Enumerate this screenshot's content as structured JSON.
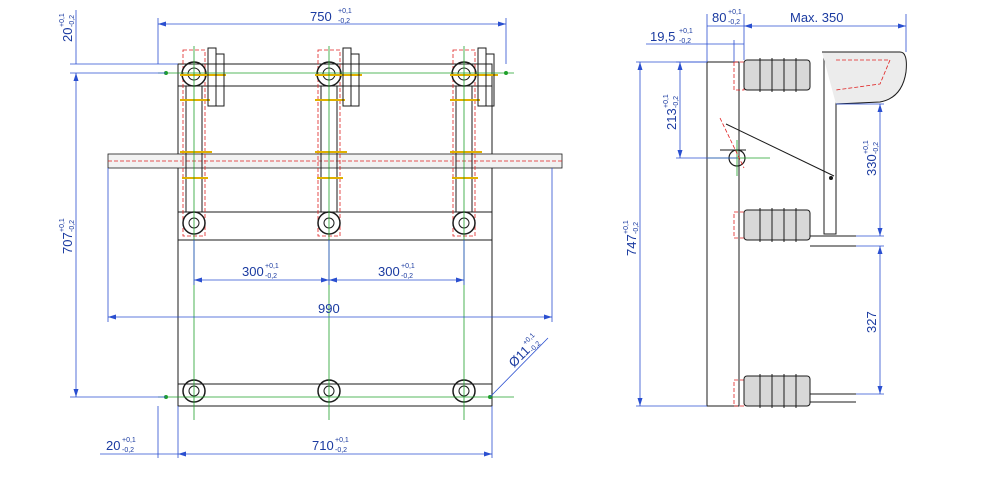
{
  "front_view": {
    "dim_top_width": {
      "value": "750",
      "tol_up": "+0,1",
      "tol_down": "-0,2"
    },
    "dim_top_offset": {
      "value": "20",
      "tol_up": "+0,1",
      "tol_down": "-0,2"
    },
    "dim_height": {
      "value": "707",
      "tol_up": "+0,1",
      "tol_down": "-0,2"
    },
    "dim_pitch_left": {
      "value": "300",
      "tol_up": "+0,1",
      "tol_down": "-0,2"
    },
    "dim_pitch_right": {
      "value": "300",
      "tol_up": "+0,1",
      "tol_down": "-0,2"
    },
    "dim_shaft": {
      "value": "990"
    },
    "dim_hole": {
      "value": "Ø11",
      "tol_up": "+0,1",
      "tol_down": "-0,2"
    },
    "dim_bottom_offset": {
      "value": "20",
      "tol_up": "+0,1",
      "tol_down": "-0,2"
    },
    "dim_bottom_width": {
      "value": "710",
      "tol_up": "+0,1",
      "tol_down": "-0,2"
    }
  },
  "side_view": {
    "dim_19_5": {
      "value": "19,5",
      "tol_up": "+0,1",
      "tol_down": "-0,2"
    },
    "dim_80": {
      "value": "80",
      "tol_up": "+0,1",
      "tol_down": "-0,2"
    },
    "dim_max": {
      "value": "Max. 350"
    },
    "dim_213": {
      "value": "213",
      "tol_up": "+0,1",
      "tol_down": "-0,2"
    },
    "dim_330": {
      "value": "330",
      "tol_up": "+0,1",
      "tol_down": "-0,2"
    },
    "dim_747": {
      "value": "747",
      "tol_up": "+0,1",
      "tol_down": "-0,2"
    },
    "dim_327": {
      "value": "327"
    }
  },
  "colors": {
    "dimension": "#1a3aa0",
    "frame": "#1b1b1b",
    "centerline": "#1fa02a",
    "hidden": "#e02020",
    "highlight": "#e0b000"
  }
}
